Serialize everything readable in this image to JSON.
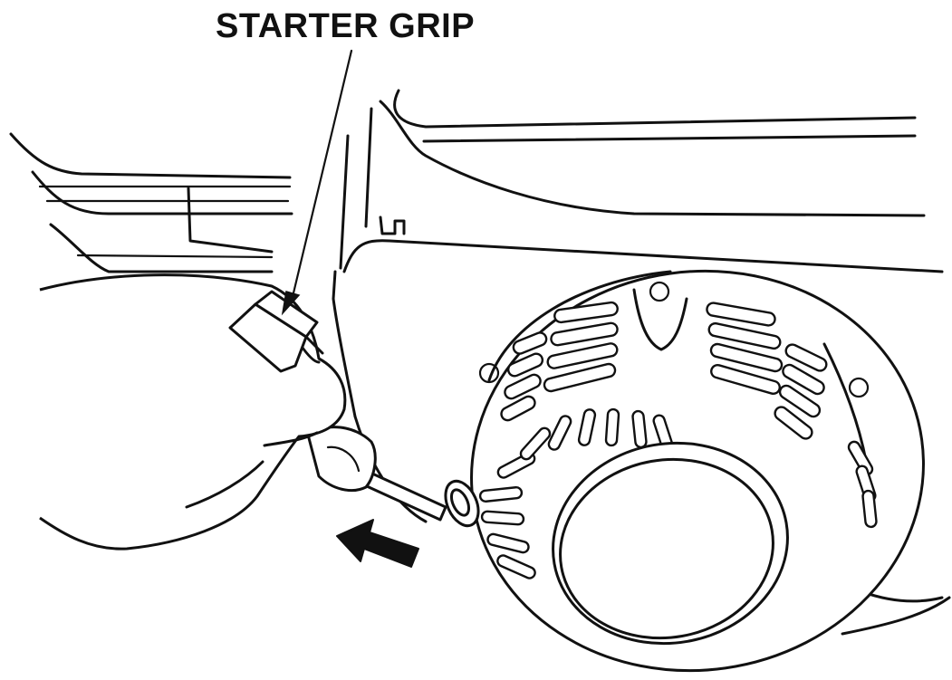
{
  "callout": {
    "label": "STARTER GRIP"
  },
  "icons": [
    "hand",
    "screwdriver",
    "recoil-starter",
    "starter-grip",
    "push-arrow",
    "leader-line"
  ],
  "colors": {
    "ink": "#111111",
    "paper": "#ffffff"
  }
}
